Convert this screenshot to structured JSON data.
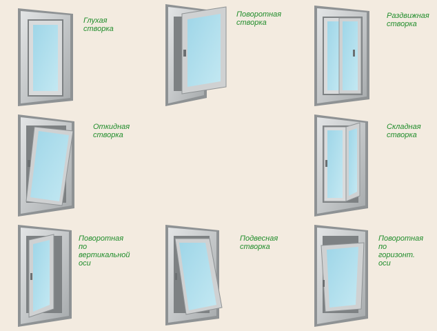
{
  "sash_types": [
    {
      "id": "fixed",
      "label": "Глухая створка"
    },
    {
      "id": "side-hung",
      "label": "Поворотная\nстворка"
    },
    {
      "id": "sliding",
      "label": "Раздвижная\nстворка"
    },
    {
      "id": "bottom-hung",
      "label": "Откидная\nстворка"
    },
    {
      "id": "folding",
      "label": "Складная\nстворка"
    },
    {
      "id": "vertical-pivot",
      "label": "Поворотная по\nвертикальной оси"
    },
    {
      "id": "top-hung",
      "label": "Подвесная\nстворка"
    },
    {
      "id": "horizontal-pivot",
      "label": "Поворотная по\nгоризонт. оси"
    }
  ],
  "colors": {
    "background": "#f3ebe0",
    "label": "#1f8c2a",
    "frame": "#c9cbcc",
    "frame_dark": "#8e9294",
    "glass": "#a9dcea"
  }
}
